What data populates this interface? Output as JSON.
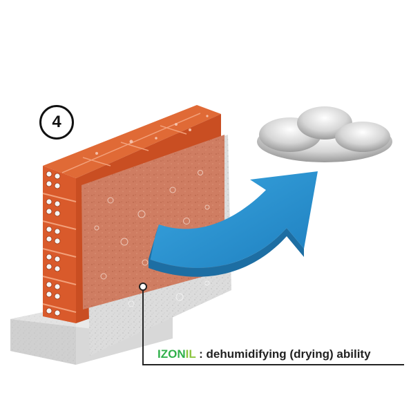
{
  "step": {
    "number": "4"
  },
  "caption": {
    "brand_part1": "IZON",
    "brand_part2": "IL",
    "separator": " : ",
    "text": "dehumidifying (drying) ability"
  },
  "colors": {
    "brick": "#d95a2b",
    "brick_dark": "#b8441c",
    "plaster": "#e2e2e2",
    "coating": "#cf7a5e",
    "arrow": "#2a93d1",
    "arrow_dark": "#1d6ea3",
    "brand_green": "#2fb04a",
    "brand_lime": "#8cc540",
    "cloud": "#cfcfcf"
  },
  "icons": [
    "water-droplet-icon",
    "cloud-icon",
    "arrow-icon"
  ]
}
